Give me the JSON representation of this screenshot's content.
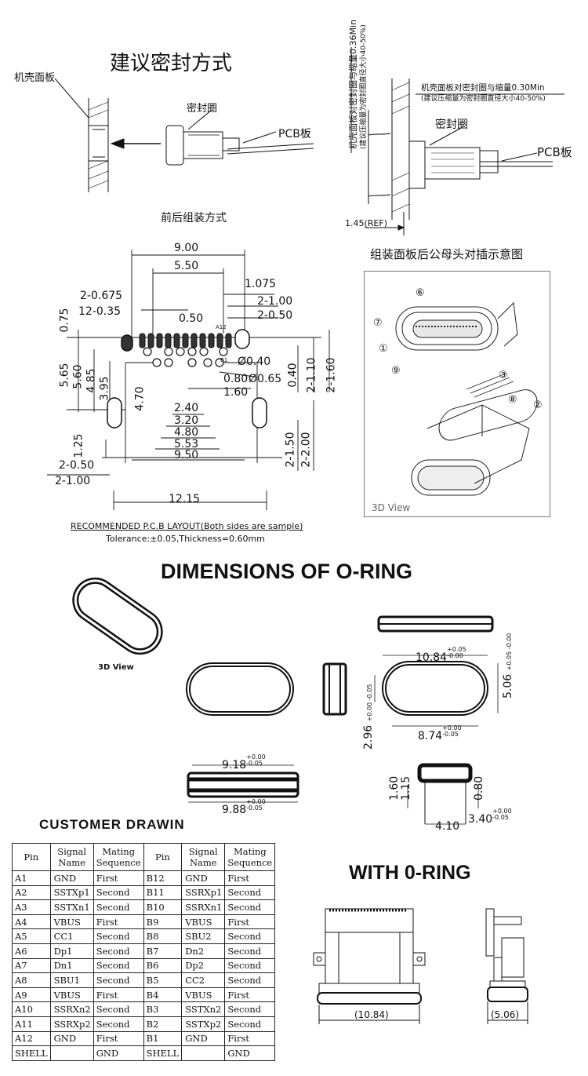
{
  "top": {
    "title": "建议密封方式",
    "caption": "前后组装方式",
    "shell_label": "机壳面板",
    "seal_label": "密封圈",
    "pcb_label": "PCB板",
    "right_seal_label": "密封圈",
    "right_pcb_label": "PCB板",
    "note_vertical_1": "机壳面板对密封圈与缩量0.36Min",
    "note_vertical_2": "(建议压缩量为密封圈直径大小40-50%)",
    "note_right_1": "机壳面板对密封圈与缩量0.30Min",
    "note_right_2": "(建议压缩量为密封圈直径大小40-50%)",
    "ref_dim": "1.45(REF)"
  },
  "layout": {
    "dims": {
      "d900": "9.00",
      "d550": "5.50",
      "d1075": "1.075",
      "d2x0675": "2-0.675",
      "d12x035": "12-0.35",
      "d2x100a": "2-1.00",
      "d2x050a": "2-0.50",
      "d050": "0.50",
      "d075": "0.75",
      "d565": "5.65",
      "d560": "5.60",
      "d485": "4.85",
      "d395": "3.95",
      "d470": "4.70",
      "d040": "Ø0.40",
      "d080": "0.80",
      "d065": "Ø0.65",
      "d160": "1.60",
      "d040b": "0.40",
      "d2x110": "2-1.10",
      "d2x160": "2-1.60",
      "d240": "2.40",
      "d320": "3.20",
      "d480": "4.80",
      "d553": "5.53",
      "d950": "9.50",
      "d125": "1.25",
      "d2x050b": "2-0.50",
      "d2x100b": "2-1.00",
      "d1215": "12.15",
      "d2x150": "2-1.50",
      "d2x200": "2-2.00"
    },
    "pad_a12": "A12",
    "pad_b1": "B1",
    "note_1": "RECOMMENDED P.C.B LAYOUT(Both sides are sample)",
    "note_2": "Tolerance:±0.05,Thickness=0.60mm"
  },
  "view3d": {
    "title": "组装面板后公母头对插示意图",
    "label": "3D View",
    "callouts": [
      "⑥",
      "⑦",
      "①",
      "⑨",
      "③",
      "⑧",
      "②"
    ]
  },
  "oring": {
    "heading": "DIMENSIONS OF O-RING",
    "view_label": "3D View",
    "dim_1084": "10.84",
    "dim_1084_tol_up": "+0.05",
    "dim_1084_tol_dn": "-0.00",
    "dim_506": "5.06",
    "dim_506_tol": "+0.05 -0.00",
    "dim_296": "2.96",
    "dim_296_tol": "+0.00 -0.05",
    "dim_874": "8.74",
    "dim_874_tol_up": "+0.00",
    "dim_874_tol_dn": "-0.05",
    "dim_918": "9.18",
    "dim_918_tol_up": "+0.00",
    "dim_918_tol_dn": "-0.05",
    "dim_988": "9.88",
    "dim_988_tol_up": "+0.00",
    "dim_988_tol_dn": "-0.05",
    "dim_160": "1.60",
    "dim_115": "1.15",
    "dim_080": "0.80",
    "dim_340": "3.40",
    "dim_340_tol_up": "+0.00",
    "dim_340_tol_dn": "-0.05",
    "dim_410": "4.10"
  },
  "customer": {
    "title": "CUSTOMER DRAWIN",
    "headers": [
      "Pin",
      "Signal\nName",
      "Mating\nSequence",
      "Pin",
      "Signal\nName",
      "Mating\nSequence"
    ],
    "rows": [
      [
        "A1",
        "GND",
        "First",
        "B12",
        "GND",
        "First"
      ],
      [
        "A2",
        "SSTXp1",
        "Second",
        "B11",
        "SSRXp1",
        "Second"
      ],
      [
        "A3",
        "SSTXn1",
        "Second",
        "B10",
        "SSRXn1",
        "Second"
      ],
      [
        "A4",
        "VBUS",
        "First",
        "B9",
        "VBUS",
        "First"
      ],
      [
        "A5",
        "CC1",
        "Second",
        "B8",
        "SBU2",
        "Second"
      ],
      [
        "A6",
        "Dp1",
        "Second",
        "B7",
        "Dn2",
        "Second"
      ],
      [
        "A7",
        "Dn1",
        "Second",
        "B6",
        "Dp2",
        "Second"
      ],
      [
        "A8",
        "SBU1",
        "Second",
        "B5",
        "CC2",
        "Second"
      ],
      [
        "A9",
        "VBUS",
        "First",
        "B4",
        "VBUS",
        "First"
      ],
      [
        "A10",
        "SSRXn2",
        "Second",
        "B3",
        "SSTXn2",
        "Second"
      ],
      [
        "A11",
        "SSRXp2",
        "Second",
        "B2",
        "SSTXp2",
        "Second"
      ],
      [
        "A12",
        "GND",
        "First",
        "B1",
        "GND",
        "First"
      ],
      [
        "SHELL",
        "",
        "GND",
        "SHELL",
        "",
        "GND"
      ]
    ]
  },
  "with_oring": {
    "heading": "WITH 0-RING",
    "dim_front": "(10.84)",
    "dim_side": "(5.06)"
  }
}
